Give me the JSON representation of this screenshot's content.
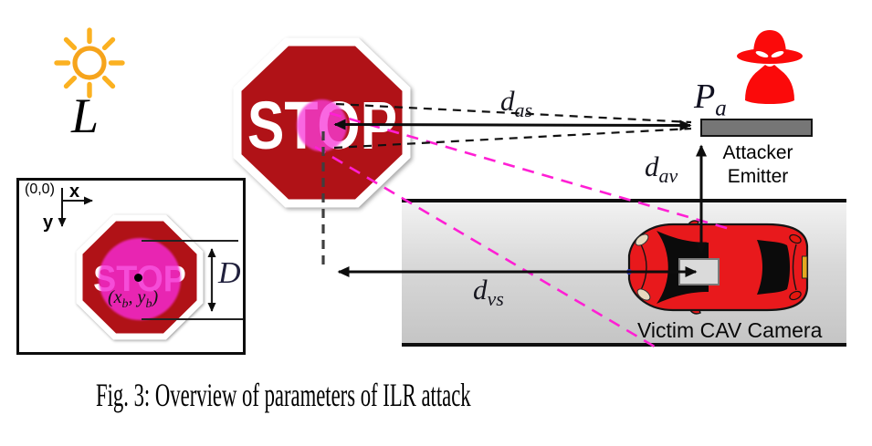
{
  "caption": "Fig. 3: Overview of parameters of ILR attack",
  "light_source": {
    "label": "L"
  },
  "stop_sign": {
    "text": "STOP"
  },
  "inset": {
    "origin_label": "(0,0)",
    "x_axis_label": "x",
    "y_axis_label": "y",
    "stop_text": "STOP",
    "center_label": {
      "prefix": "(x",
      "sub1": "b",
      "mid": ", y",
      "sub2": "b",
      "suffix": ")"
    },
    "diameter_label": "D"
  },
  "attacker": {
    "point_label": {
      "base": "P",
      "sub": "a"
    },
    "emitter_label_line1": "Attacker",
    "emitter_label_line2": "Emitter"
  },
  "victim": {
    "label": "Victim CAV Camera"
  },
  "distances": {
    "d_as": {
      "base": "d",
      "sub": "as"
    },
    "d_av": {
      "base": "d",
      "sub": "av"
    },
    "d_vs": {
      "base": "d",
      "sub": "vs"
    }
  },
  "colors": {
    "stop_sign_red": "#B01217",
    "car_red": "#E8191C",
    "attack_magenta": "#FF1FD4",
    "blob_magenta": "#F73CD8",
    "sun_gold": "#F6A41C",
    "emitter_gray": "#767676",
    "road_light": "#F2F2F2",
    "road_dark": "#C5C5C5",
    "spy_red": "#FB0A0A"
  }
}
